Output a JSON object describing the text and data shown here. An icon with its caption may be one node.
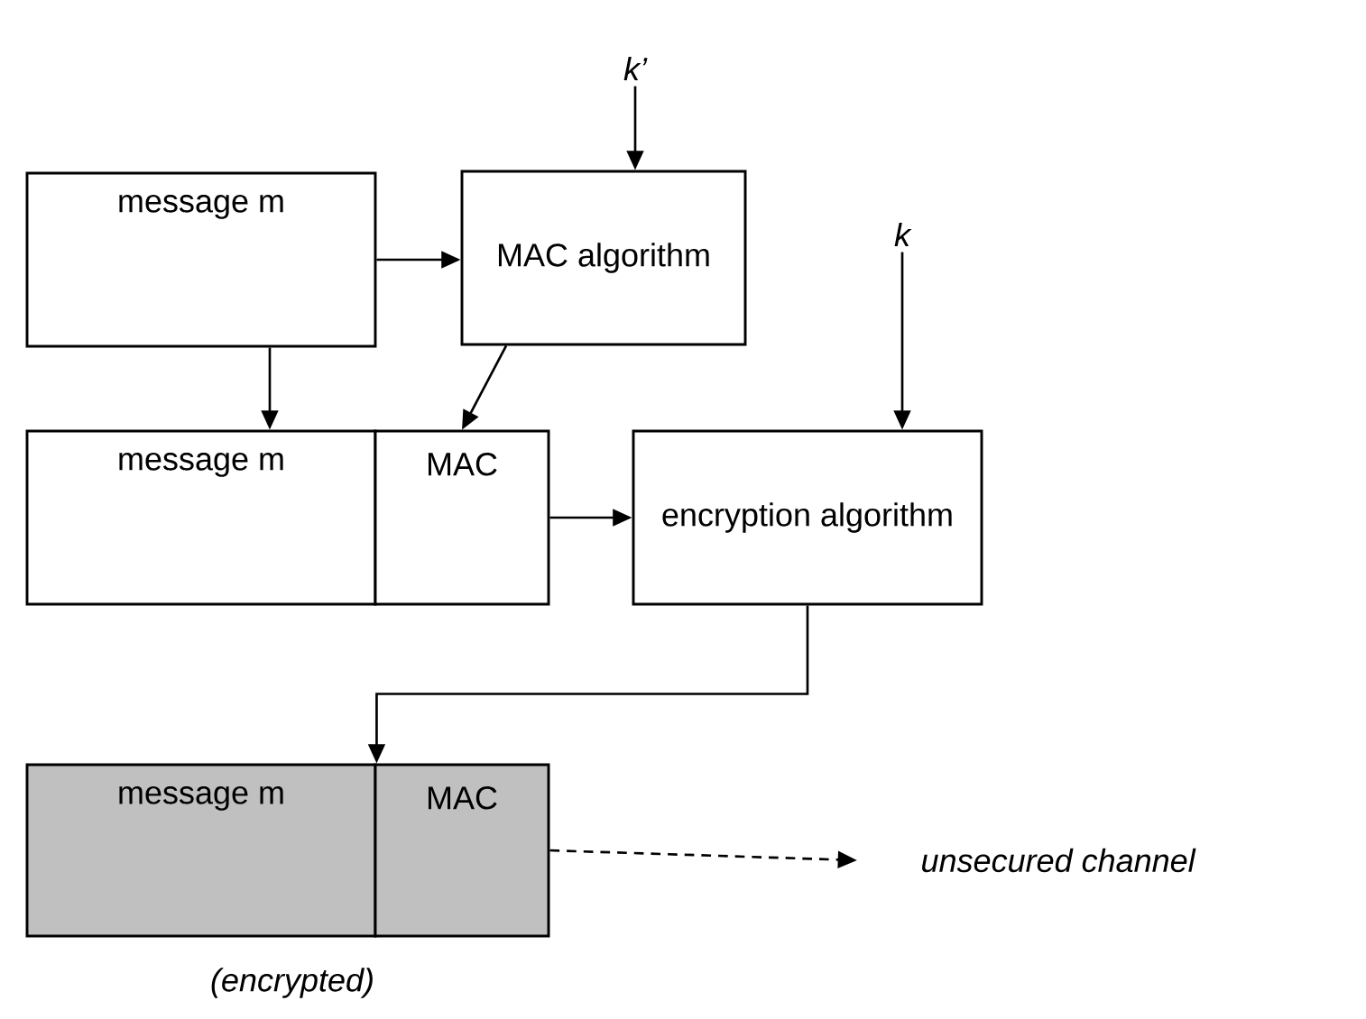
{
  "diagram": {
    "nodes": [
      {
        "text": [
          "k’"
        ]
      },
      {
        "text": [
          "message m"
        ]
      },
      {
        "text": [
          "MAC algorithm"
        ]
      },
      {
        "text": [
          "k"
        ]
      },
      {
        "text": [
          "message m"
        ]
      },
      {
        "text": [
          "MAC"
        ]
      },
      {
        "text": [
          "encryption algorithm"
        ]
      },
      {
        "text": [
          "message m"
        ]
      },
      {
        "text": [
          "MAC"
        ]
      },
      {
        "text": [
          "unsecured channel"
        ]
      }
    ],
    "edges": [
      {
        "from": 0,
        "to": 2,
        "arrow": "to"
      },
      {
        "from": 1,
        "to": 2,
        "arrow": "to"
      },
      {
        "from": 1,
        "to": 4,
        "arrow": "to"
      },
      {
        "from": 2,
        "to": 5,
        "arrow": "to"
      },
      {
        "from": 3,
        "to": 6,
        "arrow": "to"
      },
      {
        "from": 5,
        "to": 6,
        "arrow": "to"
      },
      {
        "from": 6,
        "to": 7,
        "arrow": "to"
      },
      {
        "from": 8,
        "to": 9,
        "arrow": "to",
        "style": "dashed"
      }
    ],
    "labels": [
      "(encrypted)"
    ]
  }
}
